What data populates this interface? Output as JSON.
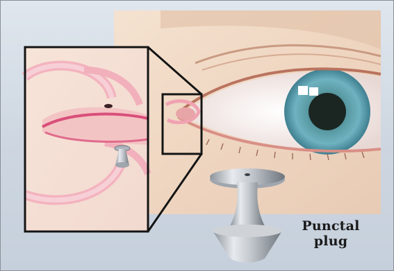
{
  "caption": {
    "line1": "Punctal",
    "line2": "plug"
  },
  "colors": {
    "background": "#d3dbe5",
    "skin": "#f1d9c4",
    "iris": "#5fa2b0",
    "pupil": "#1b2622",
    "canal": "#ee9fae",
    "plug_metal": "#b8bdc4",
    "inset_border": "#141414"
  },
  "icons": {
    "eye": "eye-illustration",
    "plug": "punctal-plug-illustration",
    "inset": "magnified-inset-frame"
  }
}
